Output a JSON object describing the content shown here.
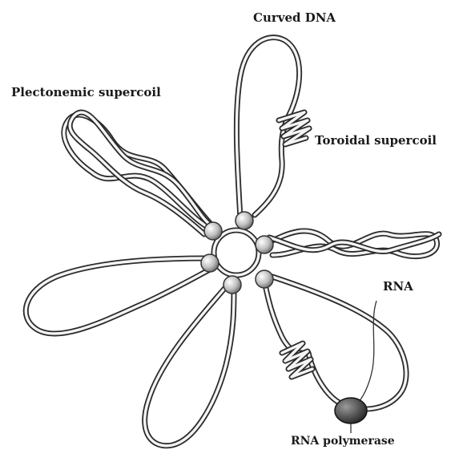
{
  "labels": {
    "curved_dna": "Curved DNA",
    "plectonemic": "Plectonemic supercoil",
    "toroidal": "Toroidal supercoil",
    "rna": "RNA",
    "rna_polymerase": "RNA polymerase"
  },
  "colors": {
    "ink": "#2b2b2b",
    "strand_fill": "#f4f4f4",
    "bead": "#bdbdbd",
    "polymerase": "#3a3a3a"
  }
}
